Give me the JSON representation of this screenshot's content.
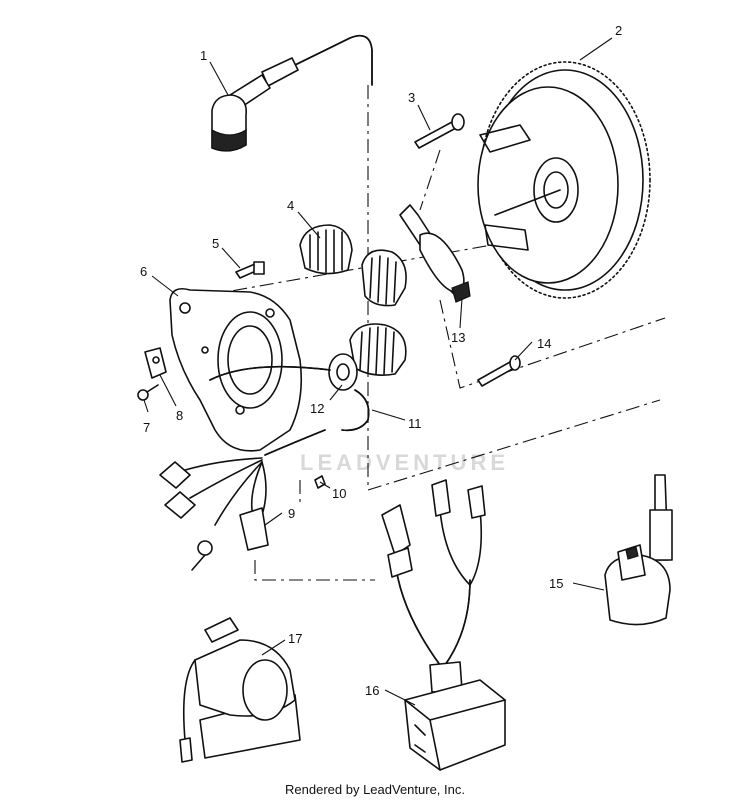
{
  "watermark": "LEADVENTURE",
  "footer_credit": "Rendered by LeadVenture, Inc.",
  "callouts": [
    "1",
    "2",
    "3",
    "4",
    "5",
    "6",
    "7",
    "8",
    "9",
    "10",
    "11",
    "12",
    "13",
    "14",
    "15",
    "16",
    "17"
  ]
}
